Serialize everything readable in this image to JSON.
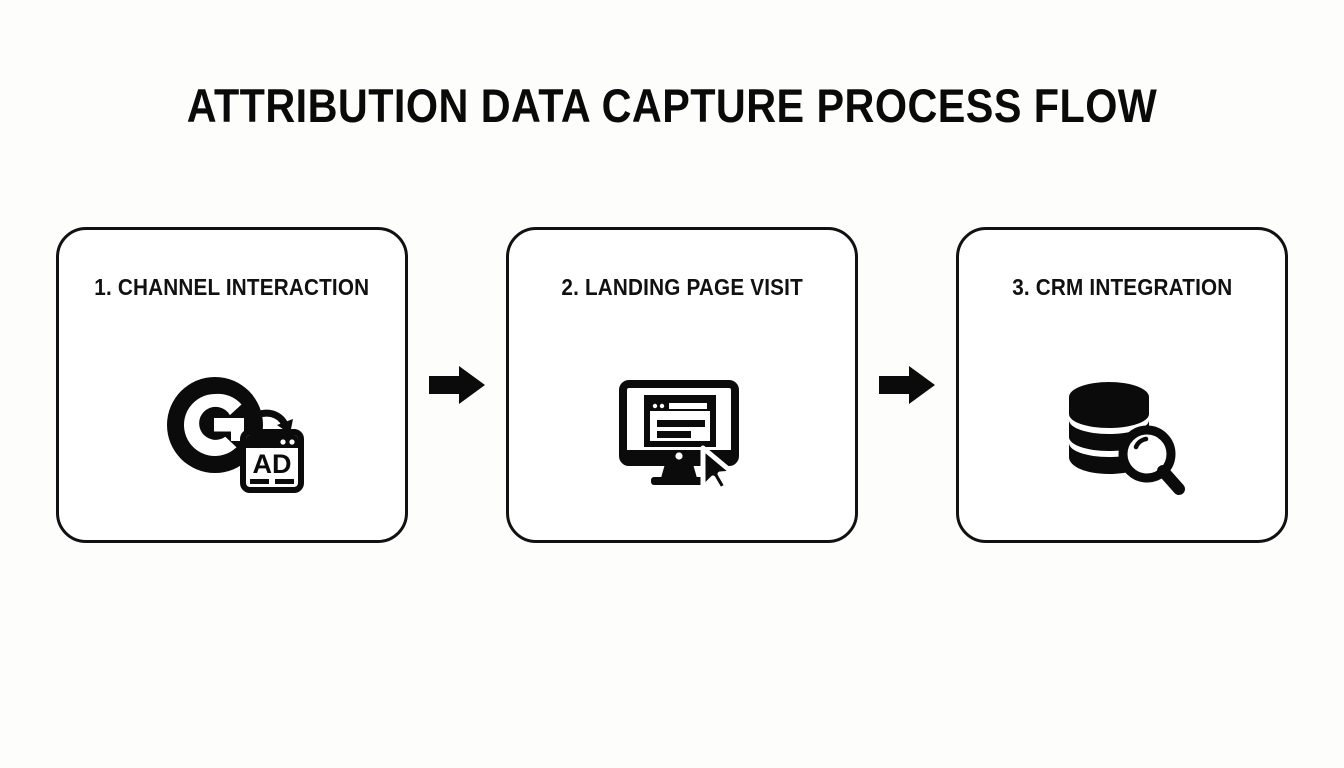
{
  "page": {
    "background_color": "#fdfdfc",
    "ink_color": "#111111",
    "title": "ATTRIBUTION DATA CAPTURE PROCESS FLOW"
  },
  "flow": {
    "steps": [
      {
        "label": "1. CHANNEL INTERACTION",
        "icon": "google-ad-click-icon",
        "icon_parts": [
          "google-g-logo",
          "curved-arrow",
          "ad-browser-window"
        ],
        "ad_text": "AD"
      },
      {
        "label": "2. LANDING PAGE VISIT",
        "icon": "desktop-monitor-cursor-icon",
        "icon_parts": [
          "monitor",
          "browser-window",
          "mouse-cursor"
        ],
        "ad_text": ""
      },
      {
        "label": "3. CRM INTEGRATION",
        "icon": "database-search-icon",
        "icon_parts": [
          "database-cylinder",
          "magnifying-glass"
        ],
        "ad_text": ""
      }
    ],
    "connectors": [
      {
        "icon": "arrow-right-icon"
      },
      {
        "icon": "arrow-right-icon"
      }
    ]
  }
}
